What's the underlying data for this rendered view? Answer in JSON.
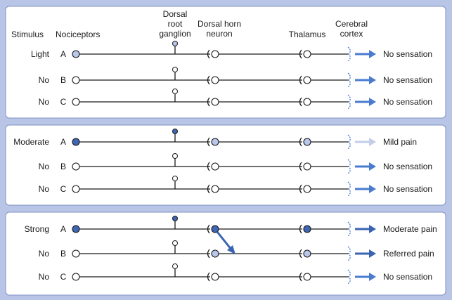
{
  "colors": {
    "background": "#b9c5e6",
    "panel": "#ffffff",
    "panel_border": "#7f92c3",
    "line": "#1a1a1a",
    "node_dark": "#3f65b5",
    "node_light": "#b8c7ea",
    "node_empty": "#ffffff",
    "arrow_strong": "#3a63b2",
    "arrow_medium": "#4a7bcf",
    "arrow_faint": "#c3cee9"
  },
  "headers": {
    "stimulus": "Stimulus",
    "nociceptors": "Nociceptors",
    "drg": [
      "Dorsal",
      "root",
      "ganglion"
    ],
    "dorsal_horn": [
      "Dorsal horn",
      "neuron"
    ],
    "thalamus": "Thalamus",
    "cortex": [
      "Cerebral",
      "cortex"
    ]
  },
  "panels": [
    {
      "rows": [
        {
          "stimulus": "Light",
          "fiber": "A",
          "nociceptor": "light",
          "drg": "light",
          "dorsal_horn": "empty",
          "thalamus": "empty",
          "arrow": "medium",
          "sensation": "No sensation"
        },
        {
          "stimulus": "No",
          "fiber": "B",
          "nociceptor": "empty",
          "drg": "empty",
          "dorsal_horn": "empty",
          "thalamus": "empty",
          "arrow": "medium",
          "sensation": "No sensation"
        },
        {
          "stimulus": "No",
          "fiber": "C",
          "nociceptor": "empty",
          "drg": "empty",
          "dorsal_horn": "empty",
          "thalamus": "empty",
          "arrow": "medium",
          "sensation": "No sensation"
        }
      ]
    },
    {
      "rows": [
        {
          "stimulus": "Moderate",
          "fiber": "A",
          "nociceptor": "dark",
          "drg": "dark",
          "dorsal_horn": "light",
          "thalamus": "light",
          "arrow": "faint",
          "sensation": "Mild pain"
        },
        {
          "stimulus": "No",
          "fiber": "B",
          "nociceptor": "empty",
          "drg": "empty",
          "dorsal_horn": "empty",
          "thalamus": "empty",
          "arrow": "medium",
          "sensation": "No sensation"
        },
        {
          "stimulus": "No",
          "fiber": "C",
          "nociceptor": "empty",
          "drg": "empty",
          "dorsal_horn": "empty",
          "thalamus": "empty",
          "arrow": "medium",
          "sensation": "No sensation"
        }
      ]
    },
    {
      "rows": [
        {
          "stimulus": "Strong",
          "fiber": "A",
          "nociceptor": "dark",
          "drg": "dark",
          "dorsal_horn": "dark",
          "thalamus": "dark",
          "arrow": "strong",
          "sensation": "Moderate pain"
        },
        {
          "stimulus": "No",
          "fiber": "B",
          "nociceptor": "empty",
          "drg": "empty",
          "dorsal_horn": "light",
          "thalamus": "light",
          "arrow": "strong",
          "sensation": "Referred pain"
        },
        {
          "stimulus": "No",
          "fiber": "C",
          "nociceptor": "empty",
          "drg": "empty",
          "dorsal_horn": "empty",
          "thalamus": "empty",
          "arrow": "medium",
          "sensation": "No sensation"
        }
      ],
      "convergence": {
        "from_row": 0,
        "to_row": 1
      }
    }
  ]
}
